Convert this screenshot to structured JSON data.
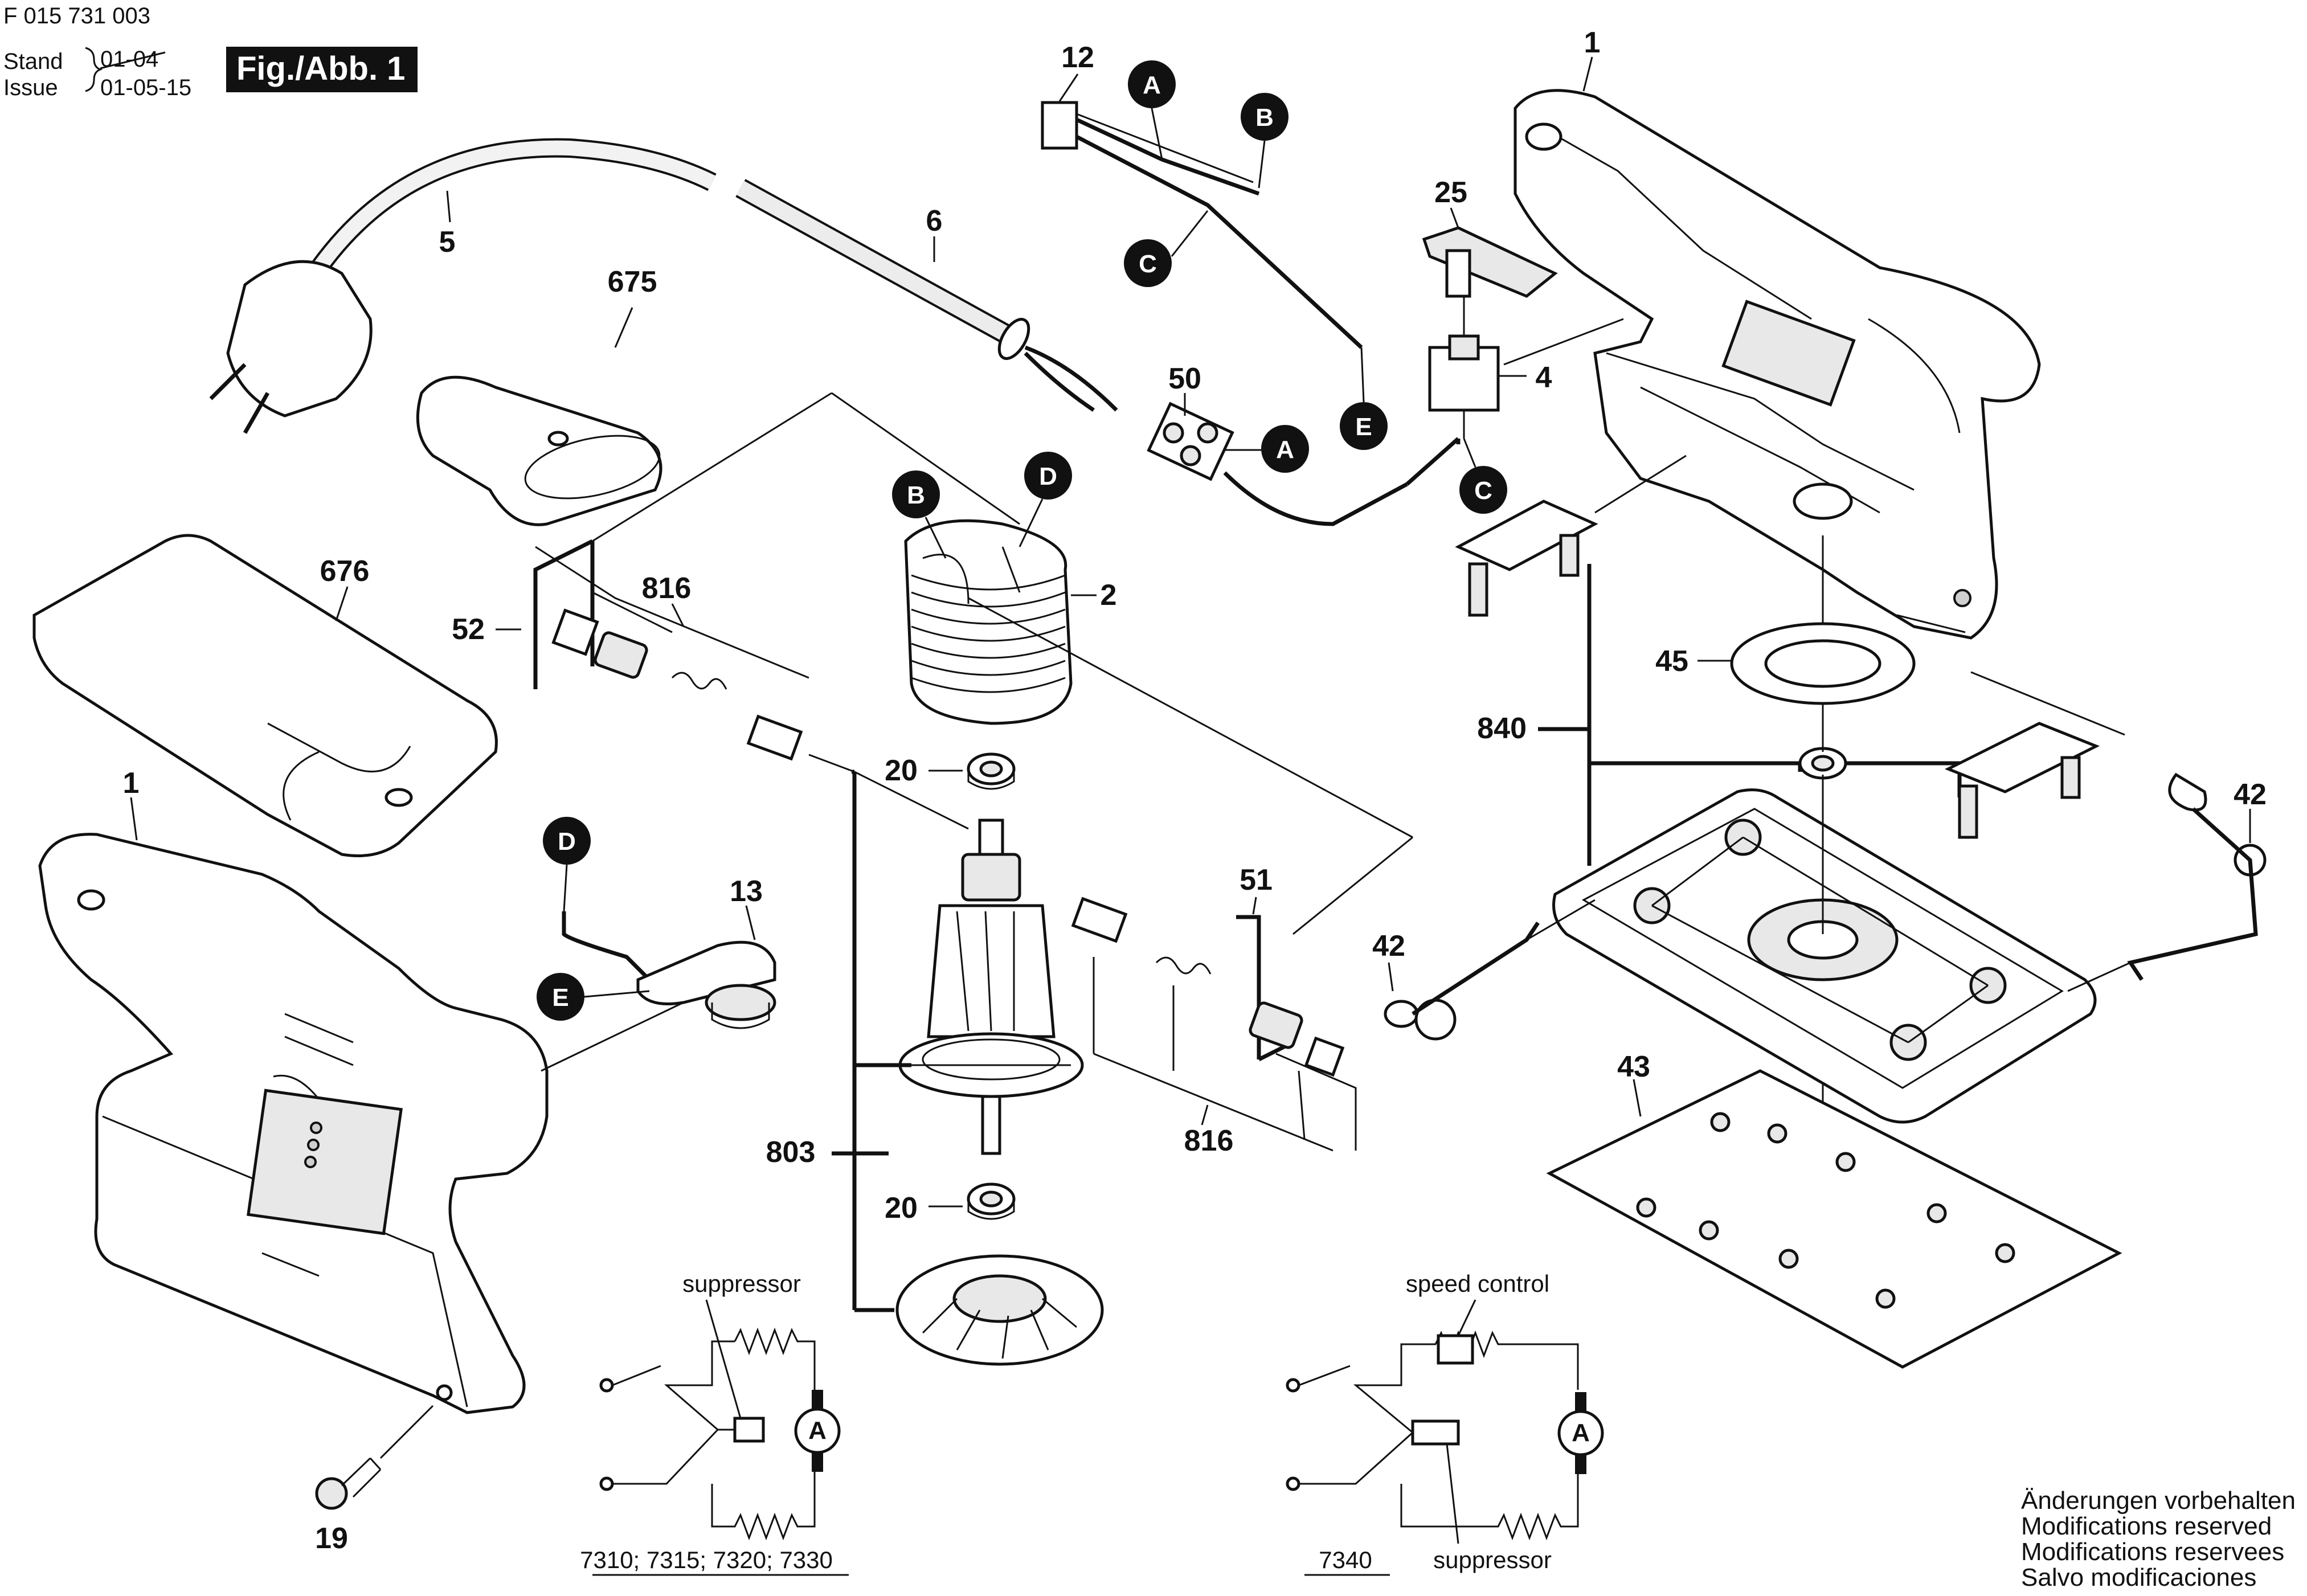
{
  "header": {
    "doc_number": "F 015 731 003",
    "stand_label": "Stand",
    "stand_value": "01-04",
    "issue_label": "Issue",
    "issue_value": "01-05-15",
    "figure_label": "Fig./Abb. 1"
  },
  "parts": {
    "p1_top": "1",
    "p1_left": "1",
    "p2": "2",
    "p4": "4",
    "p5": "5",
    "p6": "6",
    "p12": "12",
    "p13": "13",
    "p19": "19",
    "p20_top": "20",
    "p20_bottom": "20",
    "p25": "25",
    "p42_left": "42",
    "p42_right": "42",
    "p43": "43",
    "p45": "45",
    "p50": "50",
    "p51": "51",
    "p52": "52",
    "p675": "675",
    "p676": "676",
    "p803": "803",
    "p816_top": "816",
    "p816_bottom": "816",
    "p840": "840"
  },
  "connectors": {
    "a": "A",
    "b": "B",
    "c": "C",
    "d": "D",
    "e": "E"
  },
  "motor_symbol": "A",
  "schematics": {
    "left_caption": "suppressor",
    "left_models": "7310; 7315; 7320; 7330",
    "right_caption_top": "speed control",
    "right_caption_bottom": "suppressor",
    "right_models": "7340"
  },
  "notes": {
    "line1": "Änderungen vorbehalten",
    "line2": "Modifications reserved",
    "line3": "Modifications reservees",
    "line4": "Salvo modificaciones"
  },
  "colors": {
    "ink": "#111111",
    "background": "#ffffff",
    "label_fill": "#111111",
    "label_text": "#ffffff"
  }
}
